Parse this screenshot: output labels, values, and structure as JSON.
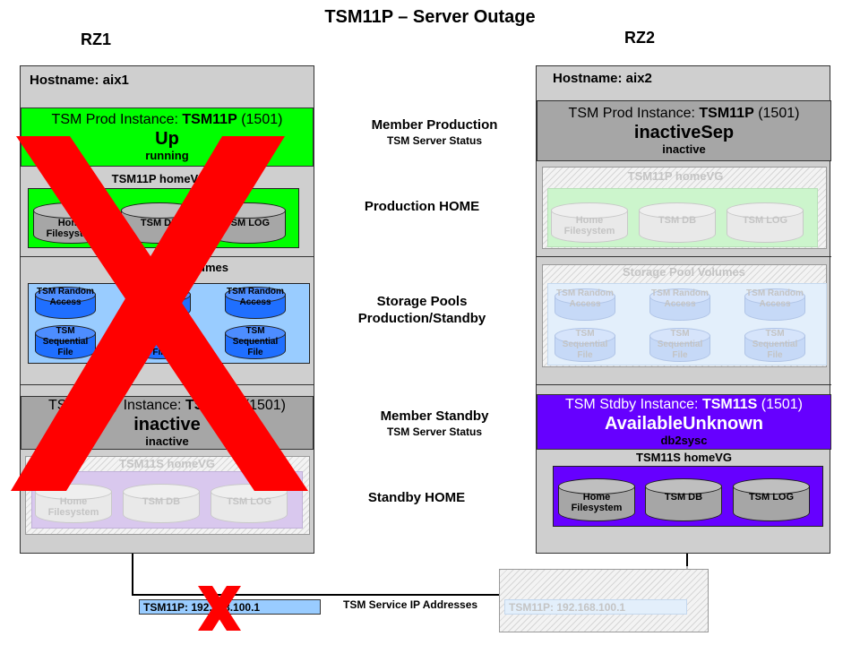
{
  "title": "TSM11P – Server Outage",
  "rz1": {
    "label": "RZ1",
    "hostname": "Hostname: aix1",
    "prod": {
      "prefix": "TSM Prod Instance: ",
      "name": "TSM11P",
      "port": " (1501)",
      "state": "Up",
      "sub": "running"
    },
    "home_vg": {
      "title": "TSM11P  homeVG",
      "items": [
        "Home Filesystem",
        "TSM DB",
        "TSM LOG"
      ]
    },
    "pools_title": "Storage Pool Volumes",
    "pool_random": "TSM Random Access",
    "pool_seq": "TSM Sequential File",
    "standby": {
      "prefix": "TSM Stdby Instance: ",
      "name": "TSM11S",
      "port": " (1501)",
      "state": "inactive",
      "sub": "inactive"
    },
    "standby_vg": {
      "title": "TSM11S  homeVG",
      "items": [
        "Home Filesystem",
        "TSM DB",
        "TSM LOG"
      ]
    },
    "ip": "TSM11P:  192.168.100.1"
  },
  "rz2": {
    "label": "RZ2",
    "hostname": "Hostname: aix2",
    "prod": {
      "prefix": "TSM Prod Instance: ",
      "name": "TSM11P",
      "port": " (1501)",
      "state": "inactiveSep",
      "sub": "inactive"
    },
    "home_vg": {
      "title": "TSM11P  homeVG",
      "items": [
        "Home Filesystem",
        "TSM DB",
        "TSM LOG"
      ]
    },
    "pools_title": "Storage Pool Volumes",
    "pool_random": "TSM Random Access",
    "pool_seq": "TSM Sequential File",
    "standby": {
      "prefix": "TSM Stdby Instance: ",
      "name": "TSM11S",
      "port": " (1501)",
      "state": "AvailableUnknown",
      "sub": "db2sysc"
    },
    "standby_vg": {
      "title": "TSM11S  homeVG",
      "items": [
        "Home Filesystem",
        "TSM DB",
        "TSM LOG"
      ]
    },
    "ip": "TSM11P:  192.168.100.1"
  },
  "middle": {
    "member_production": "Member Production",
    "server_status_1": "TSM  Server Status",
    "production_home": "Production HOME",
    "storage_pools": "Storage Pools",
    "production_standby": "Production/Standby",
    "member_standby": "Member Standby",
    "server_status_2": "TSM  Server Status",
    "standby_home": "Standby HOME",
    "service_ip": "TSM Service IP Addresses"
  },
  "colors": {
    "up": "#00ff00",
    "inactive": "#a6a6a6",
    "standby_active": "#6600ff",
    "pool_bg": "#99ccff",
    "cyl_blue": "#1f6fff",
    "cross": "#ff0000"
  }
}
